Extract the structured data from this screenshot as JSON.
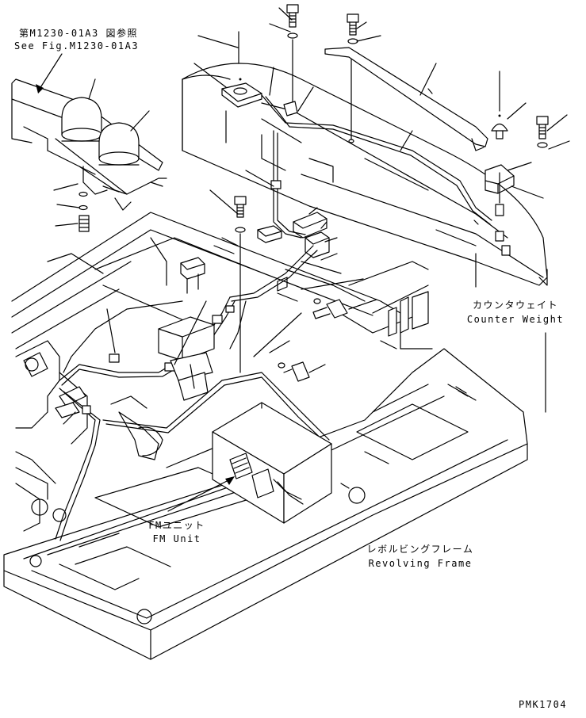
{
  "labels": {
    "ref_fig_jp": "第M1230-01A3 図参照",
    "ref_fig_en": "See Fig.M1230-01A3",
    "counterweight_jp": "カウンタウェイト",
    "counterweight_en": "Counter Weight",
    "fm_unit_jp": "FMユニット",
    "fm_unit_en": "FM Unit",
    "revolving_frame_jp": "レボルビングフレーム",
    "revolving_frame_en": "Revolving Frame",
    "drawing_number": "PMK1704"
  }
}
